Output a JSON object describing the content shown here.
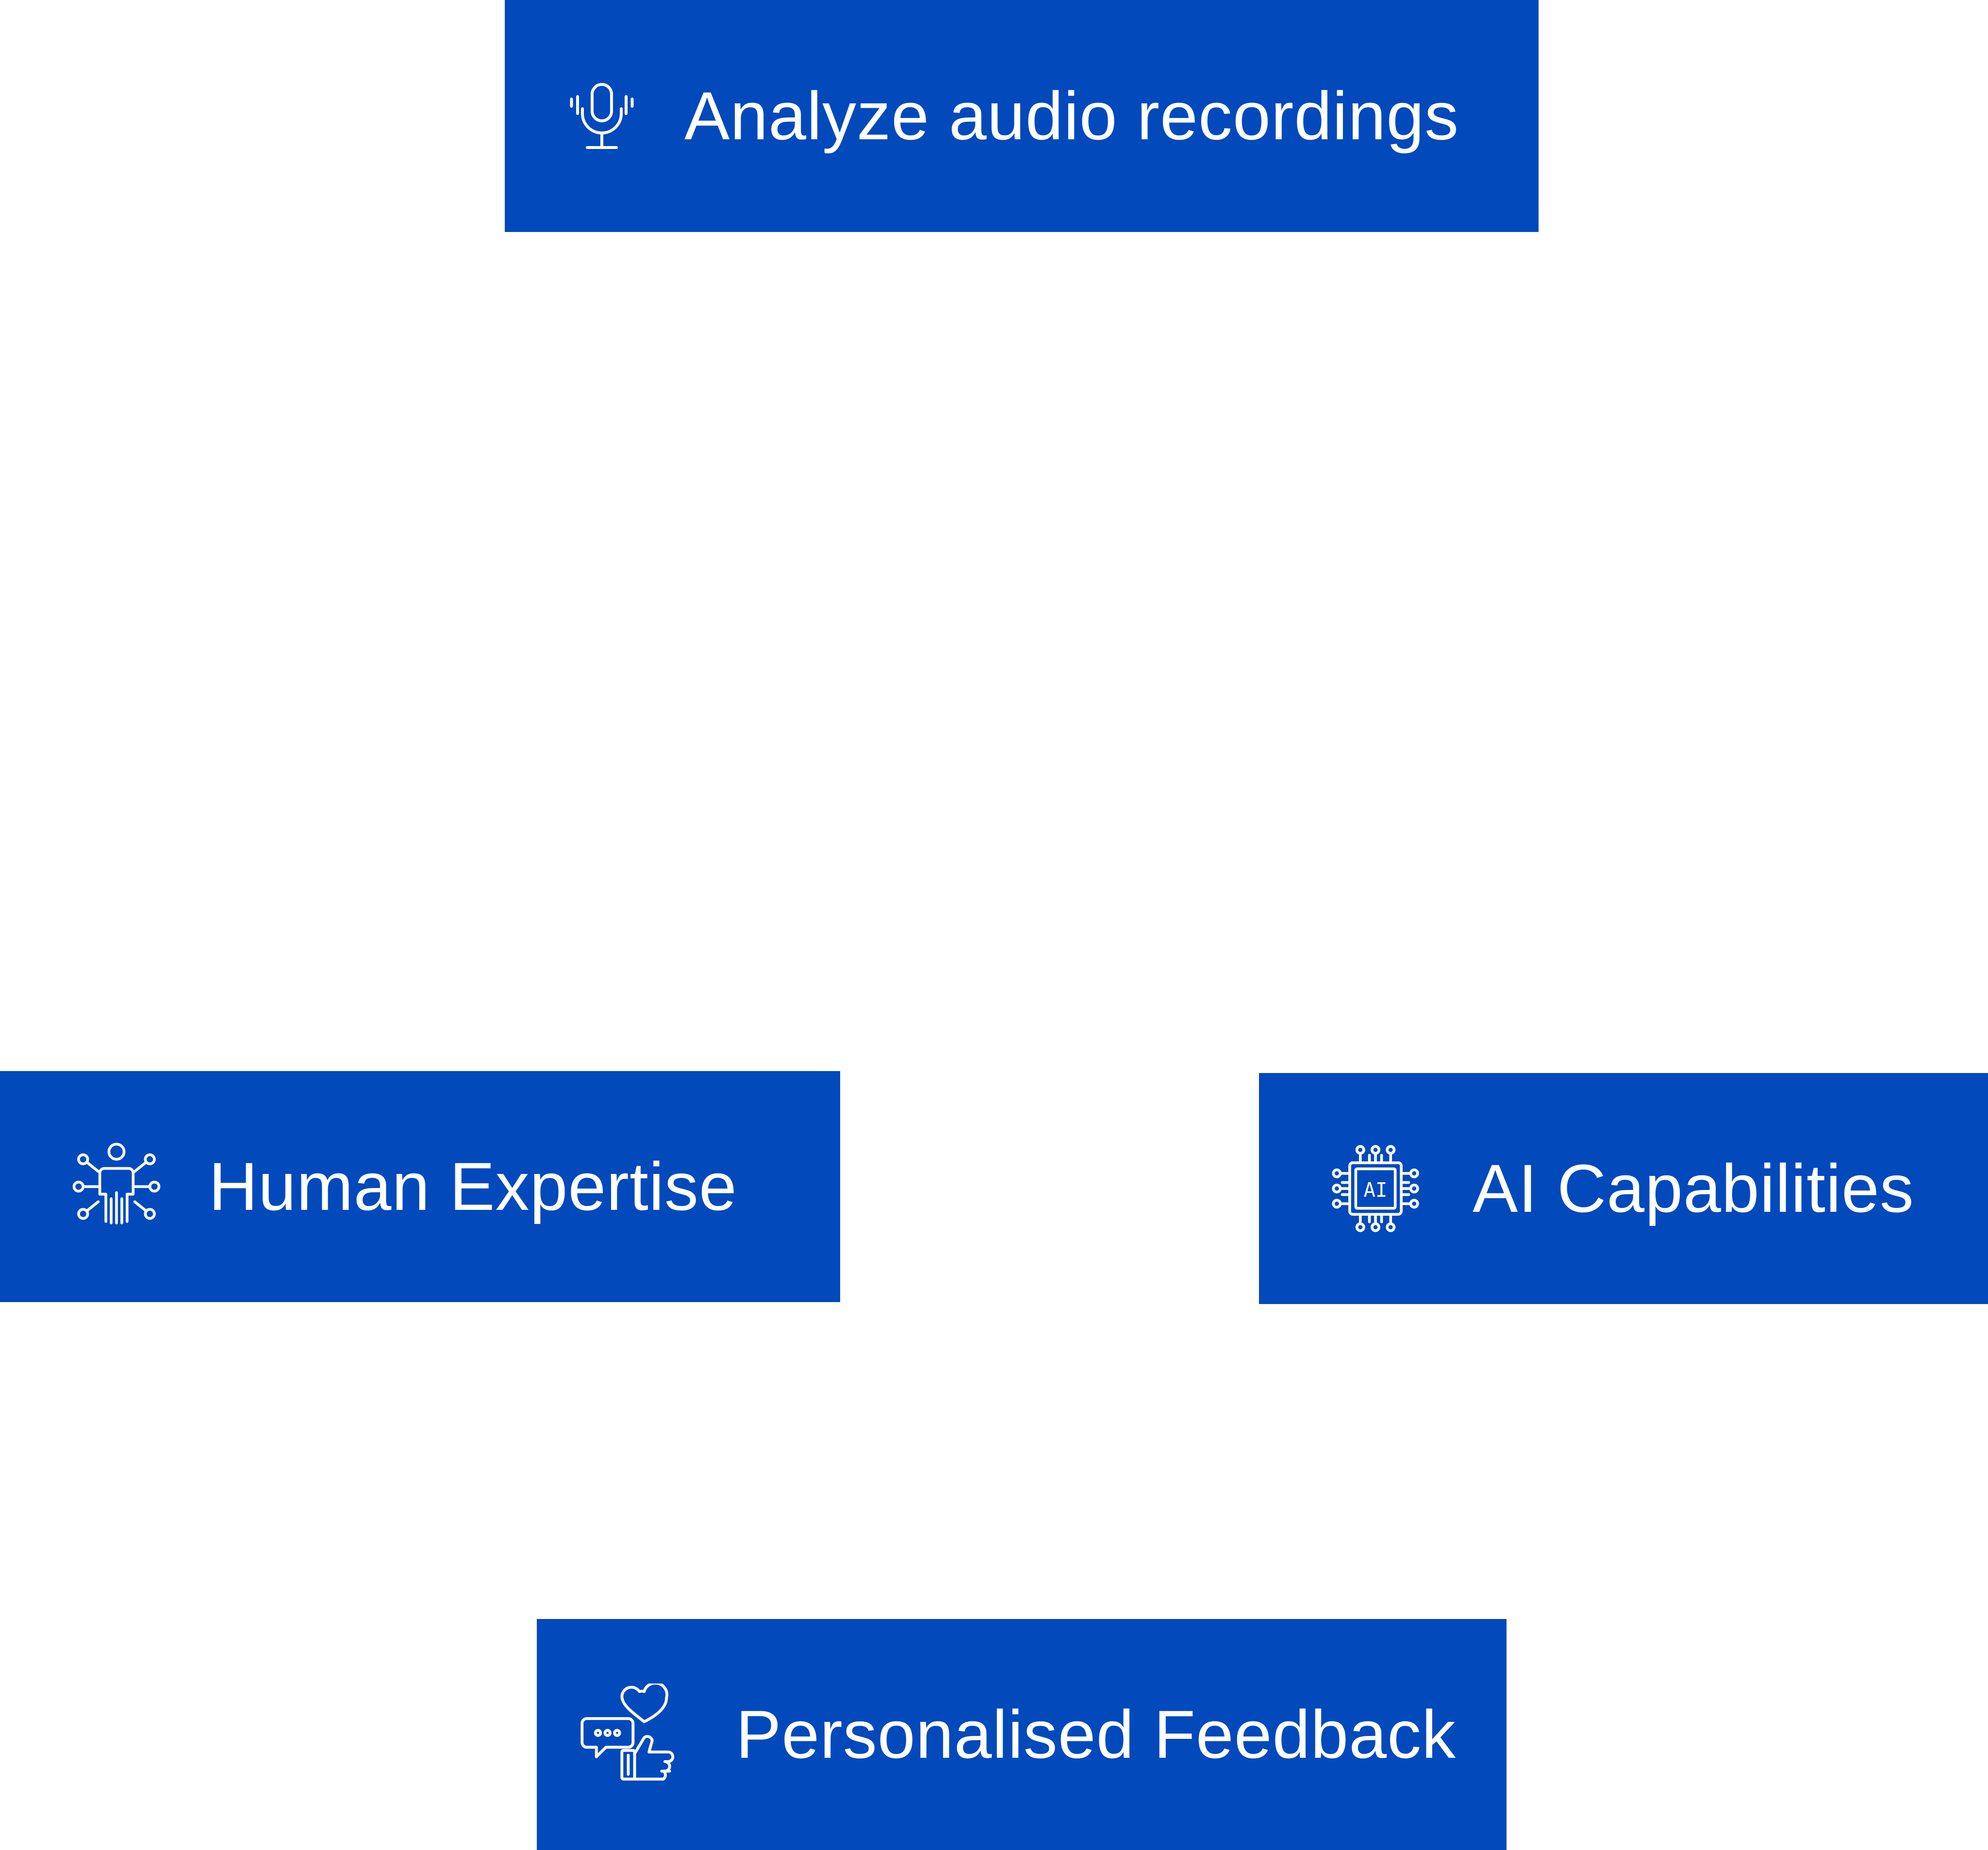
{
  "colors": {
    "box_fill": "#0249BC",
    "text": "#FFFFFF",
    "background": "#FFFFFF"
  },
  "nodes": {
    "analyze": {
      "label": "Analyze audio recordings",
      "icon": "microphone-icon"
    },
    "human": {
      "label": "Human Expertise",
      "icon": "person-network-icon"
    },
    "ai": {
      "label": "AI Capabilities",
      "icon": "ai-chip-icon",
      "icon_text": "AI"
    },
    "feedback": {
      "label": "Personalised Feedback",
      "icon": "chat-heart-thumbs-up-icon"
    }
  }
}
